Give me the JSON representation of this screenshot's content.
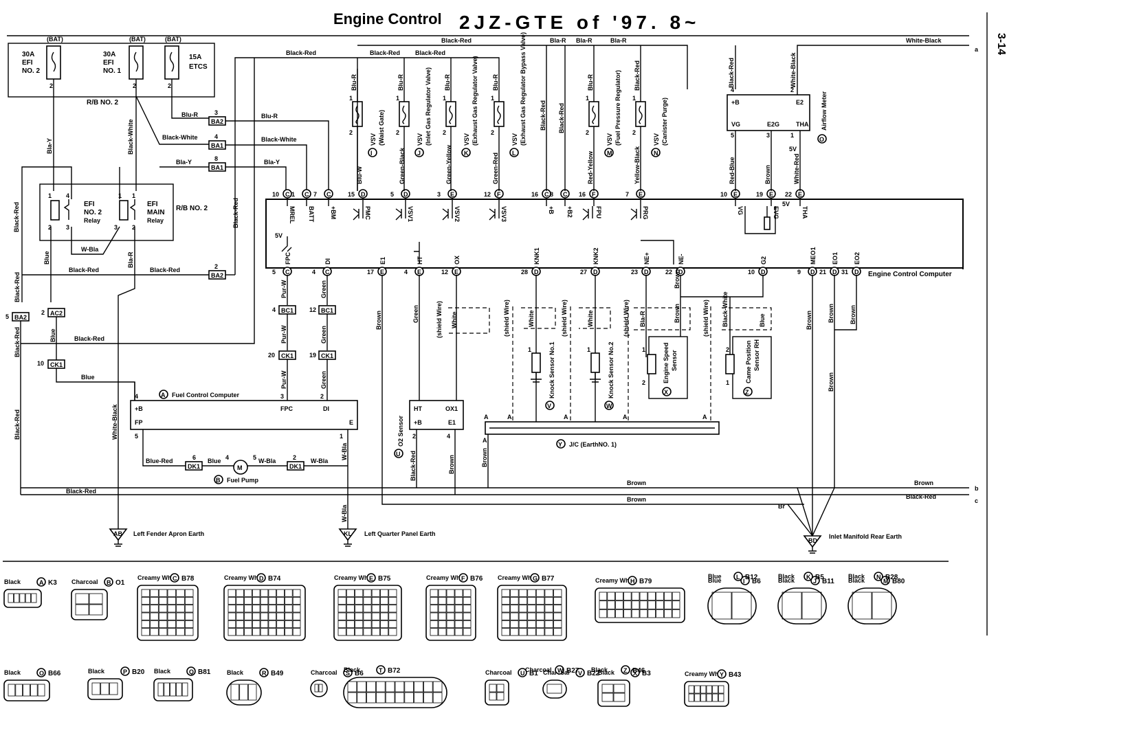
{
  "title": {
    "main": "Engine Control",
    "model": "2JZ-GTE of '97. 8~",
    "page": "3-14"
  },
  "fuses": [
    {
      "top": "(BAT)",
      "rating": "30A",
      "name1": "EFI",
      "name2": "NO. 2",
      "pin": "2"
    },
    {
      "top": "(BAT)",
      "rating": "30A",
      "name1": "EFI",
      "name2": "NO. 1",
      "pin": "2"
    },
    {
      "top": "(BAT)",
      "rating": "15A",
      "name1": "ETCS",
      "name2": "",
      "pin": "2"
    }
  ],
  "relays": {
    "efi_no2": {
      "l1": "EFI",
      "l2": "NO. 2",
      "l3": "Relay",
      "pins": [
        "1",
        "4",
        "2",
        "3"
      ]
    },
    "efi_main": {
      "l1": "EFI",
      "l2": "MAIN",
      "l3": "Relay",
      "pins": [
        "1",
        "1",
        "3",
        "2"
      ]
    },
    "rb_no2": "R/B NO. 2"
  },
  "ecu": {
    "label": "Engine Control Computer",
    "top_terminals": [
      {
        "pin": "10",
        "conn": "C",
        "name": "MREL",
        "wire": ""
      },
      {
        "pin": "1",
        "conn": "C",
        "name": "BATT",
        "wire": ""
      },
      {
        "pin": "7",
        "conn": "C",
        "name": "+BM",
        "wire": ""
      },
      {
        "pin": "15",
        "conn": "D",
        "name": "PMC",
        "wire": "Blu-W"
      },
      {
        "pin": "5",
        "conn": "D",
        "name": "VSV1",
        "wire": "Green-Black"
      },
      {
        "pin": "3",
        "conn": "E",
        "name": "VSV2",
        "wire": "Green-Yellow"
      },
      {
        "pin": "12",
        "conn": "F",
        "name": "VSV3",
        "wire": "Green-Red"
      },
      {
        "pin": "16",
        "conn": "C",
        "name": "+B",
        "wire": "Black-Red"
      },
      {
        "pin": "8",
        "conn": "C",
        "name": "+B2",
        "wire": "Black-Red"
      },
      {
        "pin": "16",
        "conn": "F",
        "name": "FPU",
        "wire": "Red-Yellow"
      },
      {
        "pin": "7",
        "conn": "E",
        "name": "PRG",
        "wire": "Yellow-Black"
      },
      {
        "pin": "10",
        "conn": "E",
        "name": "VG",
        "wire": "Red-Blue"
      },
      {
        "pin": "19",
        "conn": "E",
        "name": "EVG",
        "wire": "Brown"
      },
      {
        "pin": "22",
        "conn": "E",
        "name": "THA",
        "wire": "White-Red"
      }
    ],
    "bottom_terminals": [
      {
        "pin": "5",
        "conn": "C",
        "name": "FPC"
      },
      {
        "pin": "4",
        "conn": "C",
        "name": "DI"
      },
      {
        "pin": "17",
        "conn": "E",
        "name": "E1"
      },
      {
        "pin": "4",
        "conn": "E",
        "name": "HT"
      },
      {
        "pin": "12",
        "conn": "E",
        "name": "OX"
      },
      {
        "pin": "28",
        "conn": "D",
        "name": "KNK1"
      },
      {
        "pin": "27",
        "conn": "D",
        "name": "KNK2"
      },
      {
        "pin": "23",
        "conn": "D",
        "name": "NE+"
      },
      {
        "pin": "22",
        "conn": "D",
        "name": "NE-"
      },
      {
        "pin": "10",
        "conn": "D",
        "name": "G2"
      },
      {
        "pin": "9",
        "conn": "D",
        "name": "MEO1"
      },
      {
        "pin": "21",
        "conn": "D",
        "name": "EO1"
      },
      {
        "pin": "31",
        "conn": "D",
        "name": "EO2"
      }
    ],
    "fivev": "5V"
  },
  "vsv": [
    {
      "letter": "I",
      "name": "VSV",
      "desc": "(Waist Gate)",
      "top_wire": "Blu-R",
      "pins": [
        "1",
        "2"
      ]
    },
    {
      "letter": "J",
      "name": "VSV",
      "desc": "(Inlet Gas Regulator Valve)",
      "top_wire": "Blu-R",
      "pins": [
        "1",
        "2"
      ]
    },
    {
      "letter": "K",
      "name": "VSV",
      "desc": "(Exhaust Gas Regulator Valve)",
      "top_wire": "Blu-R",
      "pins": [
        "1",
        "2"
      ]
    },
    {
      "letter": "L",
      "name": "VSV",
      "desc": "(Exhaust Gas Regulator Bypass Valve)",
      "top_wire": "Blu-R",
      "pins": [
        "1",
        "2"
      ]
    },
    {
      "letter": "M",
      "name": "VSV",
      "desc": "(Fuel Pressure Regulator)",
      "top_wire": "Blu-R",
      "pins": [
        "1",
        "2"
      ]
    },
    {
      "letter": "N",
      "name": "VSV",
      "desc": "(Canister Purge)",
      "top_wire": "Black-Red",
      "pins": [
        "1",
        "2"
      ]
    }
  ],
  "airflow": {
    "letter": "O",
    "label": "Airflow Meter",
    "terms": [
      "+B",
      "E2",
      "VG",
      "E2G",
      "THA"
    ],
    "pins": [
      "4",
      "2",
      "5",
      "3",
      "1"
    ],
    "wire_left": "Black-Red",
    "wire_right": "White-Black",
    "fivev": "5V"
  },
  "wires": {
    "black_red": "Black-Red",
    "bla_r": "Bla-R",
    "blu_r": "Blu-R",
    "black_white": "Black-White",
    "bla_y": "Bla-Y",
    "white_black": "White-Black",
    "blue": "Blue",
    "w_bla": "W-Bla",
    "pur_w": "Pur-W",
    "green": "Green",
    "brown": "Brown",
    "white": "White",
    "blue_red": "Blue-Red",
    "br": "Br",
    "shield": "(shield Wire)"
  },
  "junctions": [
    {
      "code": "BA2",
      "pin": "3"
    },
    {
      "code": "BA1",
      "pin": "4"
    },
    {
      "code": "BA1",
      "pin": "8"
    },
    {
      "code": "BA2",
      "pin": "2"
    },
    {
      "code": "BA2",
      "pin": "5"
    },
    {
      "code": "AC2",
      "pin": "2"
    },
    {
      "code": "CK1",
      "pin": "10"
    },
    {
      "code": "BC1",
      "pin": "4"
    },
    {
      "code": "BC1",
      "pin": "12"
    },
    {
      "code": "CK1",
      "pin": "20"
    },
    {
      "code": "CK1",
      "pin": "19"
    },
    {
      "code": "DK1",
      "pin": "6"
    },
    {
      "code": "DK1",
      "pin": "2"
    }
  ],
  "fuel_control": {
    "letter": "A",
    "label": "Fuel Control Computer",
    "terms": [
      "+B",
      "FPC",
      "DI",
      "FP",
      "E"
    ],
    "pins": [
      "4",
      "3",
      "2",
      "5",
      "1"
    ]
  },
  "fuel_pump": {
    "letter": "B",
    "label": "Fuel Pump",
    "pins": [
      "4",
      "5"
    ]
  },
  "o2": {
    "letter": "U",
    "label": "O2 Sensor",
    "terms": [
      "HT",
      "OX1",
      "+B",
      "E1"
    ],
    "pins": [
      "2",
      "4"
    ]
  },
  "knock1": {
    "letter": "V",
    "label": "Knock Sensor No.1",
    "pin": "1"
  },
  "knock2": {
    "letter": "W",
    "label": "Knock Sensor No.2",
    "pin": "1"
  },
  "engine_speed": {
    "letter": "X",
    "label1": "Engine Speed",
    "label2": "Sensor",
    "pins": [
      "1",
      "2"
    ]
  },
  "cam_pos": {
    "letter": "Z",
    "label1": "Came Position",
    "label2": "Sensor RH",
    "pins": [
      "1",
      "2"
    ]
  },
  "jc": {
    "letter": "Y",
    "label": "J/C (EarthNO. 1)",
    "term": "A"
  },
  "earths": [
    {
      "code": "AB",
      "label": "Left Fender Apron Earth"
    },
    {
      "code": "KL",
      "label": "Left Quarter Panel Earth"
    },
    {
      "code": "BD",
      "label": "Inlet Manifold Rear Earth"
    }
  ],
  "right_refs": [
    "a",
    "b",
    "c"
  ],
  "connectors_row1": [
    {
      "color": "Black",
      "letter": "A",
      "code": "K3"
    },
    {
      "color": "Charcoal",
      "letter": "B",
      "code": "O1"
    },
    {
      "color": "Creamy White",
      "letter": "C",
      "code": "B78"
    },
    {
      "color": "Creamy White",
      "letter": "D",
      "code": "B74"
    },
    {
      "color": "Creamy White",
      "letter": "E",
      "code": "B75"
    },
    {
      "color": "Creamy White",
      "letter": "F",
      "code": "B76"
    },
    {
      "color": "Creamy White",
      "letter": "G",
      "code": "B77"
    },
    {
      "color": "Creamy White",
      "letter": "H",
      "code": "B79"
    },
    {
      "color": "Blue",
      "letter": "I",
      "code": "B6"
    },
    {
      "color": "Blue",
      "letter": "L",
      "code": "B12"
    },
    {
      "color": "Black",
      "letter": "J",
      "code": "B11"
    },
    {
      "color": "Black",
      "letter": "K",
      "code": "B5"
    },
    {
      "color": "Black",
      "letter": "M",
      "code": "B80"
    },
    {
      "color": "Black",
      "letter": "N",
      "code": "B28"
    }
  ],
  "connectors_row2": [
    {
      "color": "Black",
      "letter": "O",
      "code": "B66"
    },
    {
      "color": "Black",
      "letter": "P",
      "code": "B20"
    },
    {
      "color": "Black",
      "letter": "Q",
      "code": "B81"
    },
    {
      "color": "Black",
      "letter": "R",
      "code": "B49"
    },
    {
      "color": "Charcoal",
      "letter": "S",
      "code": "B6"
    },
    {
      "color": "Black",
      "letter": "T",
      "code": "B72"
    },
    {
      "color": "Charcoal",
      "letter": "U",
      "code": "B1"
    },
    {
      "color": "Charcoal",
      "letter": "V",
      "code": "B22"
    },
    {
      "color": "Charcoal",
      "letter": "W",
      "code": "B27"
    },
    {
      "color": "Black",
      "letter": "X",
      "code": "B3"
    },
    {
      "color": "Black",
      "letter": "Z",
      "code": "B46"
    },
    {
      "color": "Creamy White",
      "letter": "Y",
      "code": "B43"
    }
  ]
}
